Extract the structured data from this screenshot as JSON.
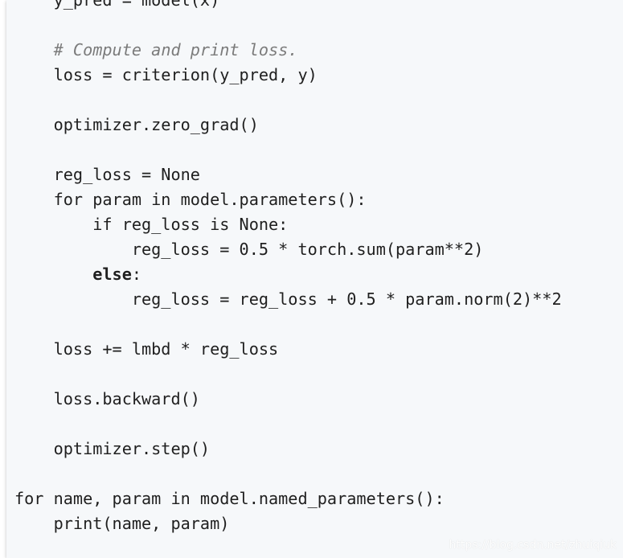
{
  "code": {
    "lines": [
      [
        {
          "text": "    y_pred = model(x)",
          "style": "plain"
        }
      ],
      [
        {
          "text": "",
          "style": "plain"
        }
      ],
      [
        {
          "text": "    ",
          "style": "plain"
        },
        {
          "text": "# Compute and print loss.",
          "style": "comment"
        }
      ],
      [
        {
          "text": "    loss = criterion(y_pred, y)",
          "style": "plain"
        }
      ],
      [
        {
          "text": "",
          "style": "plain"
        }
      ],
      [
        {
          "text": "    optimizer.zero_grad()",
          "style": "plain"
        }
      ],
      [
        {
          "text": "",
          "style": "plain"
        }
      ],
      [
        {
          "text": "    reg_loss = None",
          "style": "plain"
        }
      ],
      [
        {
          "text": "    for param in model.parameters():",
          "style": "plain"
        }
      ],
      [
        {
          "text": "        if reg_loss is None:",
          "style": "plain"
        }
      ],
      [
        {
          "text": "            reg_loss = 0.5 * torch.sum(param**2)",
          "style": "plain"
        }
      ],
      [
        {
          "text": "        ",
          "style": "plain"
        },
        {
          "text": "else",
          "style": "bold"
        },
        {
          "text": ":",
          "style": "plain"
        }
      ],
      [
        {
          "text": "            reg_loss = reg_loss + 0.5 * param.norm(2)**2",
          "style": "plain"
        }
      ],
      [
        {
          "text": "",
          "style": "plain"
        }
      ],
      [
        {
          "text": "    loss += lmbd * reg_loss",
          "style": "plain"
        }
      ],
      [
        {
          "text": "",
          "style": "plain"
        }
      ],
      [
        {
          "text": "    loss.backward()",
          "style": "plain"
        }
      ],
      [
        {
          "text": "",
          "style": "plain"
        }
      ],
      [
        {
          "text": "    optimizer.step()",
          "style": "plain"
        }
      ],
      [
        {
          "text": "",
          "style": "plain"
        }
      ],
      [
        {
          "text": "for name, param in model.named_parameters():",
          "style": "plain"
        }
      ],
      [
        {
          "text": "    print(name, param)",
          "style": "plain"
        }
      ]
    ]
  },
  "watermark": {
    "text": "https://blog.csdn.net/zhuiqiuk"
  },
  "colors": {
    "panel_background": "#f6f8fa",
    "text": "#1f1f1f",
    "comment": "#7b7b7b"
  }
}
